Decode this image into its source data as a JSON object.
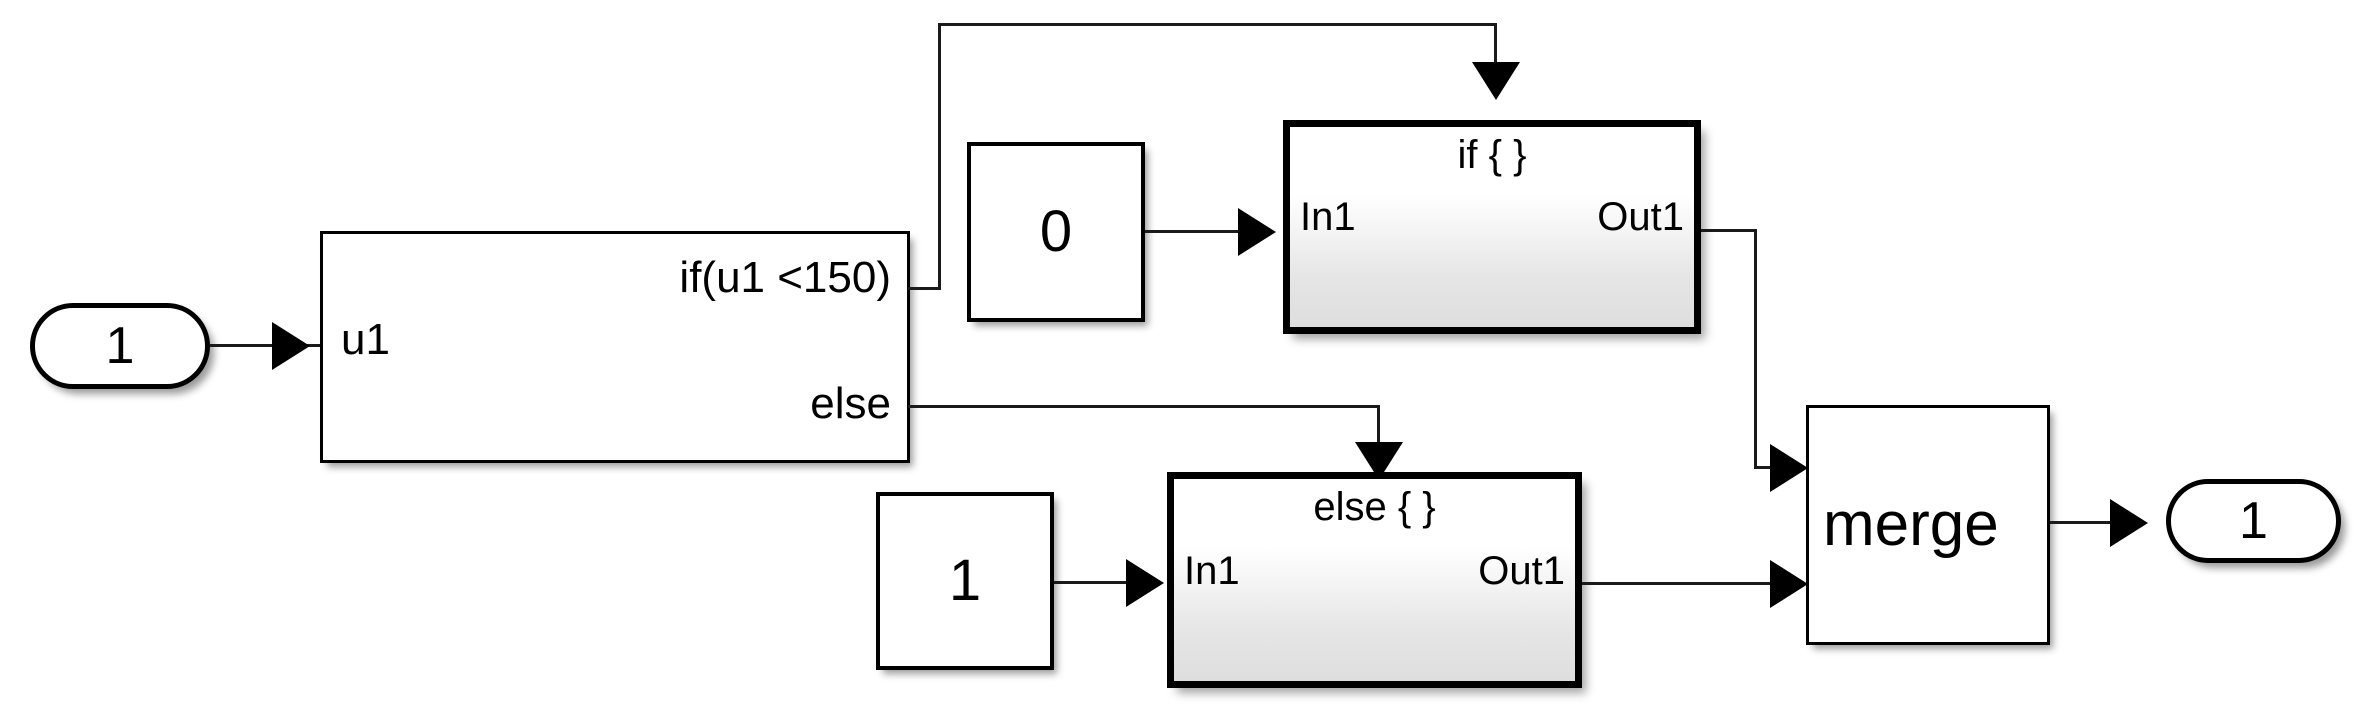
{
  "diagram": {
    "type": "simulink-block-diagram",
    "title": "If / Else action subsystems feeding a Merge block",
    "background_color": "#ffffff",
    "line_color": "#1a1a1a",
    "fill_color": "#ffffff",
    "subsystem_gradient_top": "#ffffff",
    "subsystem_gradient_bottom": "#dedede"
  },
  "inport": {
    "label": "1",
    "icon": "inport-stadium"
  },
  "if_block": {
    "input_port_label": "u1",
    "condition_label": "if(u1 <150)",
    "else_label": "else"
  },
  "const_zero": {
    "value": "0"
  },
  "const_one": {
    "value": "1"
  },
  "if_subsystem": {
    "title": "if { }",
    "inport_label": "In1",
    "outport_label": "Out1"
  },
  "else_subsystem": {
    "title": "else { }",
    "inport_label": "In1",
    "outport_label": "Out1"
  },
  "merge_block": {
    "label": "merge"
  },
  "outport": {
    "label": "1",
    "icon": "outport-stadium"
  },
  "connections": [
    {
      "from": "inport.1",
      "to": "if_block.u1"
    },
    {
      "from": "if_block.if(u1 <150)",
      "to": "if_subsystem.action-trigger"
    },
    {
      "from": "if_block.else",
      "to": "else_subsystem.action-trigger"
    },
    {
      "from": "const_zero.out",
      "to": "if_subsystem.In1"
    },
    {
      "from": "const_one.out",
      "to": "else_subsystem.In1"
    },
    {
      "from": "if_subsystem.Out1",
      "to": "merge_block.in1"
    },
    {
      "from": "else_subsystem.Out1",
      "to": "merge_block.in2"
    },
    {
      "from": "merge_block.out",
      "to": "outport.1"
    }
  ]
}
